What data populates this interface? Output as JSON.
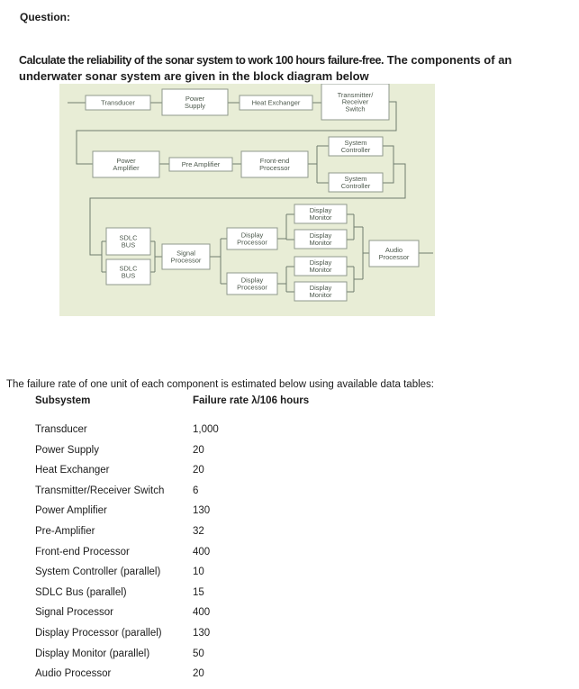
{
  "question_label": "Question:",
  "intro": {
    "part1": "Calculate the reliability of the sonar system to work 100 hours failure-free.",
    "part2": " The components of an underwater sonar system are given in the block diagram below"
  },
  "diagram": {
    "background_color": "#e8edd6",
    "box_fill": "#ffffff",
    "box_border_color": "#8f998c",
    "wire_color": "#6f7d6e",
    "text_color": "#4c584c",
    "nodes": [
      {
        "id": "transducer",
        "label": [
          "Transducer"
        ]
      },
      {
        "id": "power-supply",
        "label": [
          "Power",
          "Supply"
        ]
      },
      {
        "id": "heat-exchanger",
        "label": [
          "Heat Exchanger"
        ]
      },
      {
        "id": "tx-rx-switch",
        "label": [
          "Transmitter/",
          "Receiver",
          "Switch"
        ]
      },
      {
        "id": "power-amplifier",
        "label": [
          "Power",
          "Amplifier"
        ]
      },
      {
        "id": "pre-amplifier",
        "label": [
          "Pre Amplifier"
        ]
      },
      {
        "id": "front-end-processor",
        "label": [
          "Front-end",
          "Processor"
        ]
      },
      {
        "id": "system-controller-1",
        "label": [
          "System",
          "Controller"
        ]
      },
      {
        "id": "system-controller-2",
        "label": [
          "System",
          "Controller"
        ]
      },
      {
        "id": "sdlc-bus-1",
        "label": [
          "SDLC",
          "BUS"
        ]
      },
      {
        "id": "sdlc-bus-2",
        "label": [
          "SDLC",
          "BUS"
        ]
      },
      {
        "id": "signal-processor",
        "label": [
          "Signal",
          "Processor"
        ]
      },
      {
        "id": "display-processor-1",
        "label": [
          "Display",
          "Processor"
        ]
      },
      {
        "id": "display-processor-2",
        "label": [
          "Display",
          "Processor"
        ]
      },
      {
        "id": "display-monitor-1",
        "label": [
          "Display",
          "Monitor"
        ]
      },
      {
        "id": "display-monitor-2",
        "label": [
          "Display",
          "Monitor"
        ]
      },
      {
        "id": "display-monitor-3",
        "label": [
          "Display",
          "Monitor"
        ]
      },
      {
        "id": "display-monitor-4",
        "label": [
          "Display",
          "Monitor"
        ]
      },
      {
        "id": "audio-processor",
        "label": [
          "Audio",
          "Processor"
        ]
      }
    ]
  },
  "table": {
    "caption": "The failure rate of one unit of each component is estimated below using available data tables:",
    "headers": [
      "Subsystem",
      "Failure rate λ/106 hours"
    ],
    "rows": [
      {
        "subsystem": "Transducer",
        "rate": "1,000"
      },
      {
        "subsystem": "Power Supply",
        "rate": "20"
      },
      {
        "subsystem": "Heat Exchanger",
        "rate": "20"
      },
      {
        "subsystem": "Transmitter/Receiver Switch",
        "rate": "6"
      },
      {
        "subsystem": "Power Amplifier",
        "rate": "130"
      },
      {
        "subsystem": "Pre-Amplifier",
        "rate": "32"
      },
      {
        "subsystem": "Front-end Processor",
        "rate": "400"
      },
      {
        "subsystem": "System Controller (parallel)",
        "rate": "10"
      },
      {
        "subsystem": "SDLC Bus (parallel)",
        "rate": "15"
      },
      {
        "subsystem": "Signal Processor",
        "rate": "400"
      },
      {
        "subsystem": "Display Processor (parallel)",
        "rate": "130"
      },
      {
        "subsystem": "Display Monitor (parallel)",
        "rate": "50"
      },
      {
        "subsystem": "Audio Processor",
        "rate": "20"
      }
    ]
  }
}
